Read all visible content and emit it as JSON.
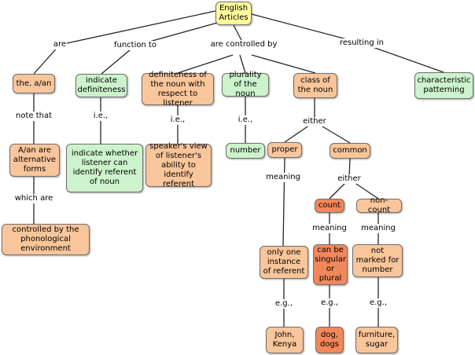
{
  "colors": {
    "root": "#fffc9c",
    "orange": "#f9c59a",
    "green": "#ccf3cc",
    "dark": "#f2875a",
    "line": "#262626"
  },
  "nodes": [
    {
      "id": "english-articles",
      "text": "English Articles",
      "fill": "root"
    },
    {
      "id": "the-a-an",
      "text": "the, a/an",
      "fill": "orange"
    },
    {
      "id": "indicate-definiteness",
      "text": "indicate definiteness",
      "fill": "green"
    },
    {
      "id": "definiteness-of-noun",
      "text": "definiteness of the noun with respect to listener",
      "fill": "orange"
    },
    {
      "id": "plurality-of-noun",
      "text": "plurality of the noun",
      "fill": "green"
    },
    {
      "id": "class-of-noun",
      "text": "class of the noun",
      "fill": "orange"
    },
    {
      "id": "characteristic-patterning",
      "text": "characteristic patterning",
      "fill": "green"
    },
    {
      "id": "a-an-alternative-forms",
      "text": "A/an are alternative forms",
      "fill": "orange"
    },
    {
      "id": "indicate-whether-listener",
      "text": "indicate whether listener can identify referent of noun",
      "fill": "green"
    },
    {
      "id": "speakers-view",
      "text": "speaker's view of listener's ability to identify referent",
      "fill": "orange"
    },
    {
      "id": "number",
      "text": "number",
      "fill": "green"
    },
    {
      "id": "proper",
      "text": "proper",
      "fill": "orange"
    },
    {
      "id": "common",
      "text": "common",
      "fill": "orange"
    },
    {
      "id": "controlled-by-phonological",
      "text": "controlled by the phonological environment",
      "fill": "orange"
    },
    {
      "id": "count",
      "text": "count",
      "fill": "dark"
    },
    {
      "id": "non-count",
      "text": "non-count",
      "fill": "orange"
    },
    {
      "id": "only-one-instance",
      "text": "only one instance of referent",
      "fill": "orange"
    },
    {
      "id": "can-be-singular-or-plural",
      "text": "can be singular or plural",
      "fill": "dark"
    },
    {
      "id": "not-marked-for-number",
      "text": "not marked for number",
      "fill": "orange"
    },
    {
      "id": "john-kenya",
      "text": "John, Kenya",
      "fill": "orange"
    },
    {
      "id": "dog-dogs",
      "text": "dog, dogs",
      "fill": "dark"
    },
    {
      "id": "furniture-sugar",
      "text": "furniture, sugar",
      "fill": "orange"
    }
  ],
  "labels": [
    {
      "id": "are",
      "text": "are"
    },
    {
      "id": "function-to",
      "text": "function to"
    },
    {
      "id": "are-controlled-by",
      "text": "are controlled by"
    },
    {
      "id": "resulting-in",
      "text": "resulting in"
    },
    {
      "id": "note-that",
      "text": "note that"
    },
    {
      "id": "ie-1",
      "text": "i.e.,"
    },
    {
      "id": "ie-2",
      "text": "i.e.,"
    },
    {
      "id": "ie-3",
      "text": "i.e.,"
    },
    {
      "id": "either-1",
      "text": "either"
    },
    {
      "id": "which-are",
      "text": "which are"
    },
    {
      "id": "meaning-1",
      "text": "meaning"
    },
    {
      "id": "either-2",
      "text": "either"
    },
    {
      "id": "meaning-2",
      "text": "meaning"
    },
    {
      "id": "meaning-3",
      "text": "meaning"
    },
    {
      "id": "eg-1",
      "text": "e.g.,"
    },
    {
      "id": "eg-2",
      "text": "e.g.,"
    },
    {
      "id": "eg-3",
      "text": "e.g.,"
    }
  ]
}
